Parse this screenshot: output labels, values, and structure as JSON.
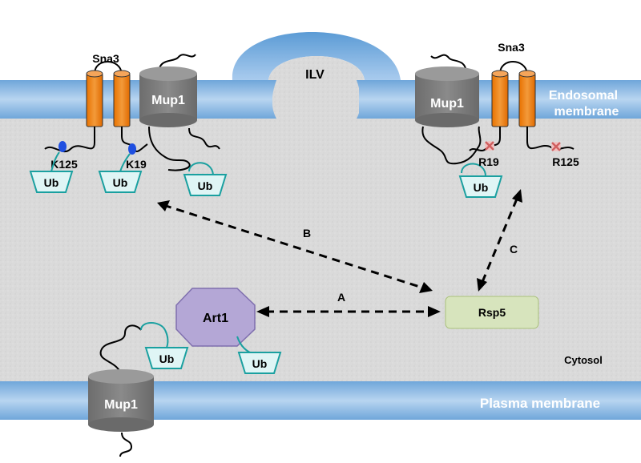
{
  "labels": {
    "ilv": "ILV",
    "endosomal_membrane_line1": "Endosomal",
    "endosomal_membrane_line2": "membrane",
    "plasma_membrane": "Plasma membrane",
    "cytosol": "Cytosol",
    "sna3_left": "Sna3",
    "sna3_right": "Sna3",
    "mup1_endo_left": "Mup1",
    "mup1_endo_right": "Mup1",
    "mup1_plasma": "Mup1",
    "k125": "K125",
    "k19": "K19",
    "r19": "R19",
    "r125": "R125",
    "ub": "Ub",
    "art1": "Art1",
    "rsp5": "Rsp5",
    "arrow_a": "A",
    "arrow_b": "B",
    "arrow_c": "C"
  },
  "colors": {
    "membrane": "#5b9bd5",
    "membrane_light": "#b9d7f0",
    "cytosol": "#d9d9d9",
    "sna3": "#f07f09",
    "mup1": "#7f7f7f",
    "ub_fill": "#dff5f5",
    "ub_stroke": "#1aa0a0",
    "art1": "#b4a7d6",
    "rsp5": "#d7e4bd",
    "lysine": "#1f4fe0",
    "mutated": "#e8a0a0"
  }
}
